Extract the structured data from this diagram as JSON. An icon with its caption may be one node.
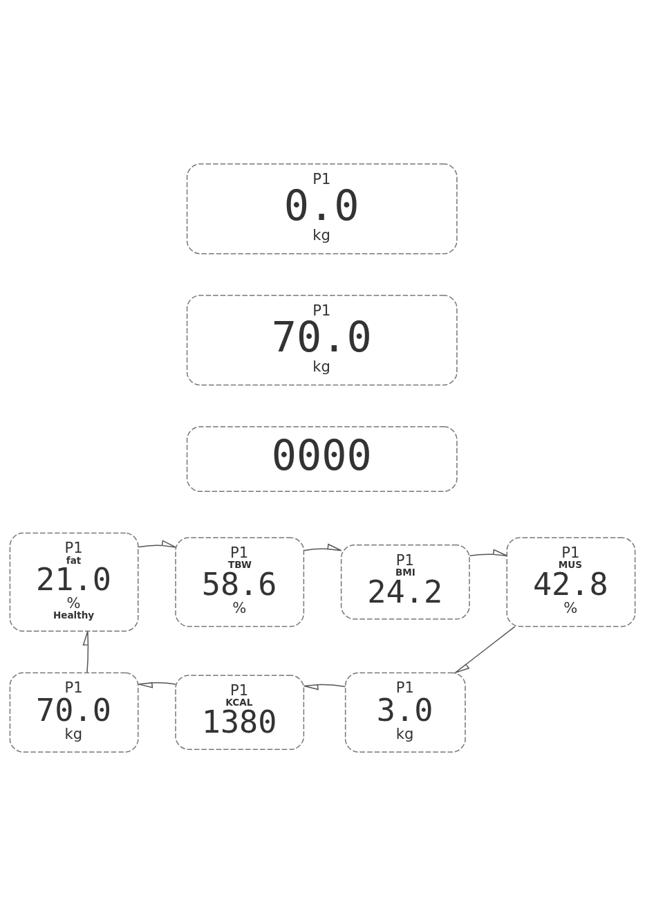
{
  "diagram": {
    "nodes": [
      {
        "text": [
          "P1",
          "0.0",
          "kg"
        ]
      },
      {
        "text": [
          "P1",
          "70.0",
          "kg"
        ]
      },
      {
        "text": [
          "0000"
        ]
      },
      {
        "text": [
          "P1",
          "fat",
          "21.0",
          "%",
          "Healthy"
        ]
      },
      {
        "text": [
          "P1",
          "TBW",
          "58.6",
          "%"
        ]
      },
      {
        "text": [
          "P1",
          "BMI",
          "24.2"
        ]
      },
      {
        "text": [
          "P1",
          "MUS",
          "42.8",
          "%"
        ]
      },
      {
        "text": [
          "P1",
          "3.0",
          "kg"
        ]
      },
      {
        "text": [
          "P1",
          "KCAL",
          "1380"
        ]
      },
      {
        "text": [
          "P1",
          "70.0",
          "kg"
        ]
      }
    ],
    "edges": [
      {
        "from": 3,
        "to": 4,
        "arrow": "to"
      },
      {
        "from": 4,
        "to": 5,
        "arrow": "to"
      },
      {
        "from": 5,
        "to": 6,
        "arrow": "to"
      },
      {
        "from": 6,
        "to": 7,
        "arrow": "to"
      },
      {
        "from": 7,
        "to": 8,
        "arrow": "to"
      },
      {
        "from": 8,
        "to": 9,
        "arrow": "to"
      },
      {
        "from": 9,
        "to": 3,
        "arrow": "to"
      }
    ]
  }
}
